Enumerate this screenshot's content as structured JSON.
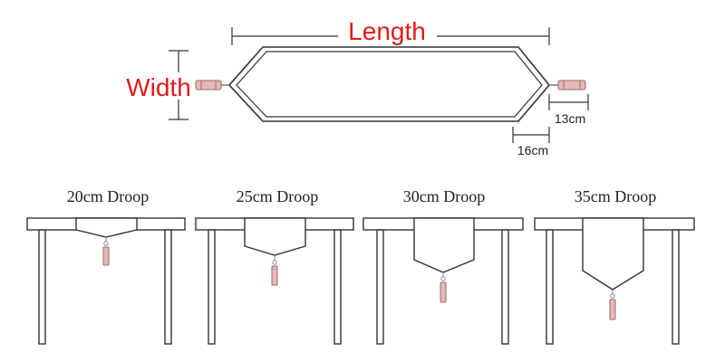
{
  "labels": {
    "length": "Length",
    "width": "Width",
    "tassel_length": "13cm",
    "point_length": "16cm"
  },
  "droops": [
    {
      "label": "20cm Droop"
    },
    {
      "label": "25cm Droop"
    },
    {
      "label": "30cm Droop"
    },
    {
      "label": "35cm Droop"
    }
  ],
  "colors": {
    "label_red": "#e21b1b",
    "line": "#333333",
    "tassel_fill": "#e6b7b4",
    "tassel_stroke": "#9a6b68"
  }
}
